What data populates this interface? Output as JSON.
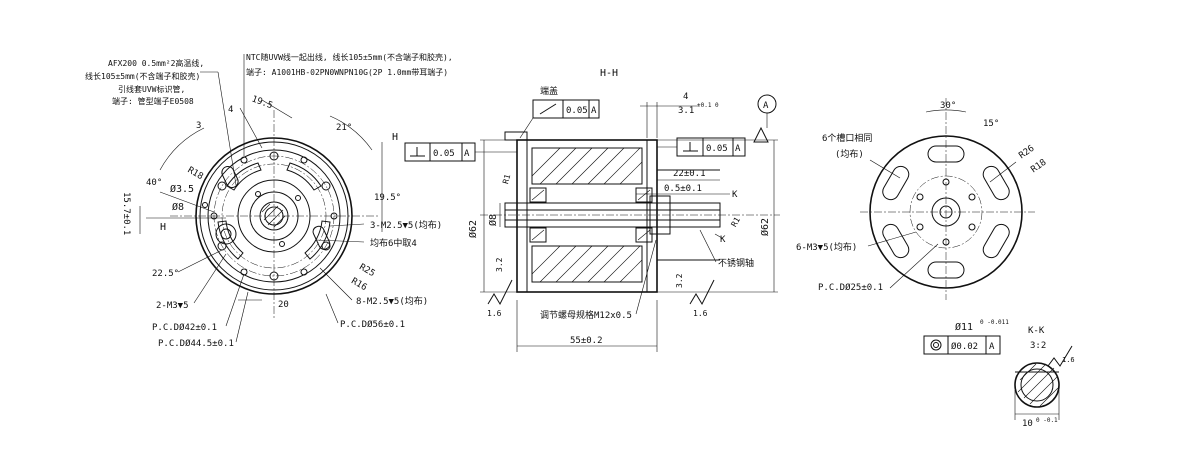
{
  "notes": {
    "cable_line1": "AFX200 0.5mm²2高温线,",
    "cable_line2": "线长105±5mm(不含端子和胶壳)",
    "cable_line3": "引线套UVW标识管,",
    "cable_line4": "端子: 管型端子E0508",
    "ntc_line1": "NTC随UVW线一起出线, 线长105±5mm(不含端子和胶壳),",
    "ntc_line2": "端子: A1001HB-02PN0WNPN10G(2P 1.0mm带耳端子)"
  },
  "left_view": {
    "dim_4": "4",
    "dim_19_5_top": "19.5",
    "angle_21": "21°",
    "dim_3": "3",
    "r18": "R18",
    "phi_3_5": "Ø3.5",
    "phi_8": "Ø8",
    "angle_40": "40°",
    "dim_15_7": "15.7±0.1",
    "h_top": "H",
    "h_left": "H",
    "dim_19_5_right": "19.5°",
    "m25_label": "3-M2.5▼5(均布)",
    "even_label": "均布6中取4",
    "r25": "R25",
    "r16": "R16",
    "angle_22_5": "22.5°",
    "m3_label": "2-M3▼5",
    "dim_20": "20",
    "m25_8_label": "8-M2.5▼5(均布)",
    "pcd56": "P.C.DØ56±0.1",
    "pcd42": "P.C.DØ42±0.1",
    "pcd44_5": "P.C.DØ44.5±0.1"
  },
  "section_view": {
    "title": "H-H",
    "end_cover": "端盖",
    "tol_box_top": "0.05",
    "tol_box_left": "0.05",
    "tol_box_right": "0.05",
    "datum": "A",
    "dim_4": "4",
    "dim_3_1": "3.1",
    "dim_3_1_tol": "+0.1 0",
    "dim_22": "22±0.1",
    "dim_0_5": "0.5±0.1",
    "k_top": "K",
    "k_bottom": "K",
    "phi62_left": "Ø62",
    "phi62_right": "Ø62",
    "phi8": "Ø8",
    "r1_left": "R1",
    "r1_right": "R1",
    "dim_3_2_left": "3.2",
    "dim_3_2_right": "3.2",
    "shaft_label": "不锈钢轴",
    "nut_label": "调节螺母规格M12x0.5",
    "dim_55": "55±0.2",
    "rough_left": "1.6",
    "rough_right": "1.6"
  },
  "right_view": {
    "angle_30": "30°",
    "angle_15": "15°",
    "slot_label1": "6个槽口相同",
    "slot_label2": "(均布)",
    "r26": "R26",
    "r18": "R18",
    "m3_label": "6-M3▼5(均布)",
    "pcd25": "P.C.DØ25±0.1"
  },
  "kk_view": {
    "phi11": "Ø11",
    "phi11_tol": "0 -0.011",
    "concentric_value": "Ø0.02",
    "datum": "A",
    "title": "K-K",
    "scale": "3:2",
    "rough": "1.6",
    "dim_10": "10",
    "dim_10_tol": "0 -0.1"
  }
}
